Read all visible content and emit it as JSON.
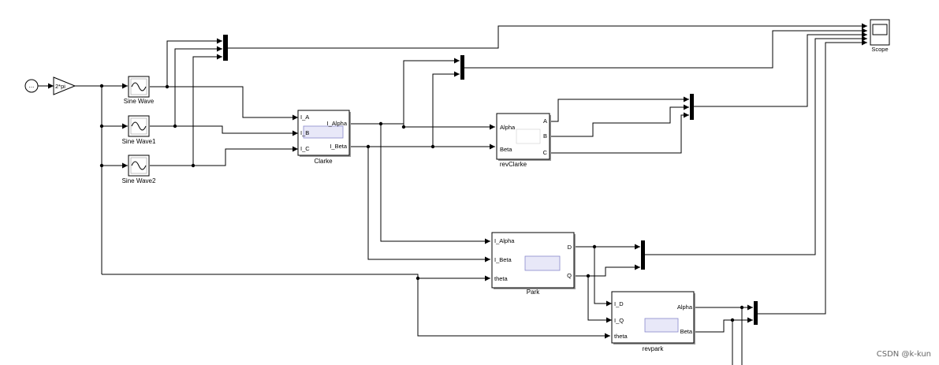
{
  "blocks": {
    "clock": {
      "label": "..."
    },
    "gain": {
      "label": "2*pi"
    },
    "sine1": {
      "name": "Sine Wave"
    },
    "sine2": {
      "name": "Sine Wave1"
    },
    "sine3": {
      "name": "Sine Wave2"
    },
    "clarke": {
      "name": "Clarke",
      "in": [
        "I_A",
        "I_B",
        "I_C"
      ],
      "out": [
        "I_Alpha",
        "I_Beta"
      ]
    },
    "revclarke": {
      "name": "revClarke",
      "in": [
        "Alpha",
        "Beta"
      ],
      "out": [
        "A",
        "B",
        "C"
      ]
    },
    "park": {
      "name": "Park",
      "in": [
        "I_Alpha",
        "I_Beta",
        "theta"
      ],
      "out": [
        "D",
        "Q"
      ]
    },
    "revpark": {
      "name": "revpark",
      "in": [
        "I_D",
        "I_Q",
        "theta"
      ],
      "out": [
        "Alpha",
        "Beta"
      ]
    },
    "scope": {
      "name": "Scope"
    }
  },
  "watermark": "CSDN @k-kun"
}
